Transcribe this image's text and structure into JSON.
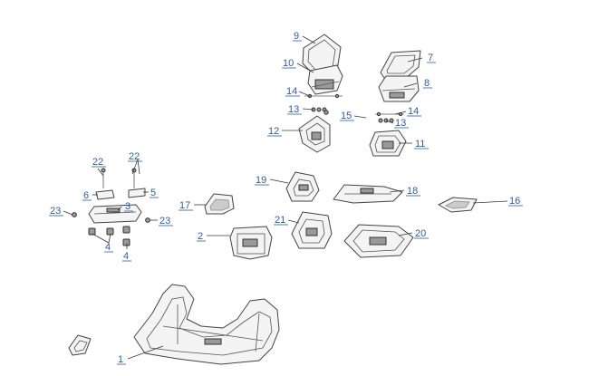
{
  "callouts": {
    "c1": "1",
    "c2": "2",
    "c3": "3",
    "c4a": "4",
    "c4b": "4",
    "c5": "5",
    "c6": "6",
    "c7": "7",
    "c8": "8",
    "c9": "9",
    "c10": "10",
    "c11": "11",
    "c12": "12",
    "c13a": "13",
    "c13b": "13",
    "c14a": "14",
    "c14b": "14",
    "c15": "15",
    "c16": "16",
    "c17": "17",
    "c18": "18",
    "c19": "19",
    "c20": "20",
    "c21": "21",
    "c22a": "22",
    "c22b": "22",
    "c23a": "23",
    "c23b": "23"
  },
  "colors": {
    "callout": "#2f5e9b",
    "line": "#3a3a3a",
    "part_fill": "#f4f4f4"
  }
}
